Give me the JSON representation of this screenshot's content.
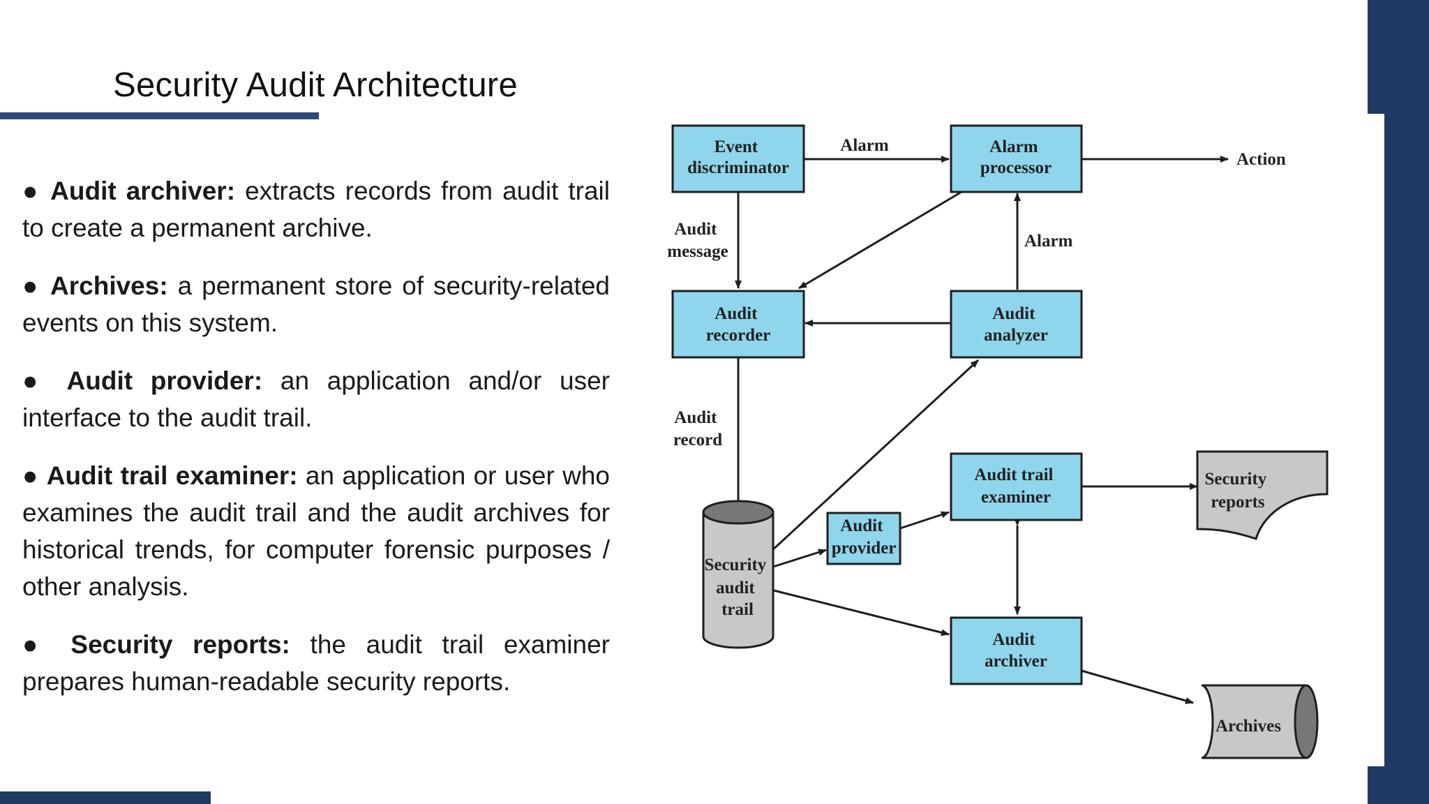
{
  "slide": {
    "title": "Security Audit Architecture"
  },
  "bullets": [
    {
      "term": "Audit archiver:",
      "text": " extracts records from audit trail to create a permanent archive."
    },
    {
      "term": "Archives:",
      "text": "  a permanent store of security-related events on this system."
    },
    {
      "term": "Audit provider:",
      "text": " an application and/or user interface to the audit trail."
    },
    {
      "term": "Audit trail examiner:",
      "text": " an application or user who examines the audit trail and the audit archives for historical trends, for computer forensic purposes / other analysis."
    },
    {
      "term": "Security reports:",
      "text": " the audit trail examiner prepares human-readable security reports."
    }
  ],
  "bullet_symbol": "●",
  "diagram": {
    "colors": {
      "box_fill": "#8fd6ec",
      "box_stroke": "#1e1e1e",
      "gray_fill": "#c8c8c8",
      "dark_gray": "#777777"
    },
    "nodes": {
      "event_discriminator": [
        "Event",
        "discriminator"
      ],
      "alarm_processor": [
        "Alarm",
        "processor"
      ],
      "audit_recorder": [
        "Audit",
        "recorder"
      ],
      "audit_analyzer": [
        "Audit",
        "analyzer"
      ],
      "audit_trail_examiner": [
        "Audit trail",
        "examiner"
      ],
      "audit_provider": [
        "Audit",
        "provider"
      ],
      "audit_archiver": [
        "Audit",
        "archiver"
      ],
      "security_audit_trail": [
        "Security",
        "audit",
        "trail"
      ],
      "security_reports": [
        "Security",
        "reports"
      ],
      "archives": [
        "Archives"
      ]
    },
    "edge_labels": {
      "alarm_top": "Alarm",
      "action": "Action",
      "audit_message": [
        "Audit",
        "message"
      ],
      "alarm_right": "Alarm",
      "audit_record": [
        "Audit",
        "record"
      ]
    }
  }
}
